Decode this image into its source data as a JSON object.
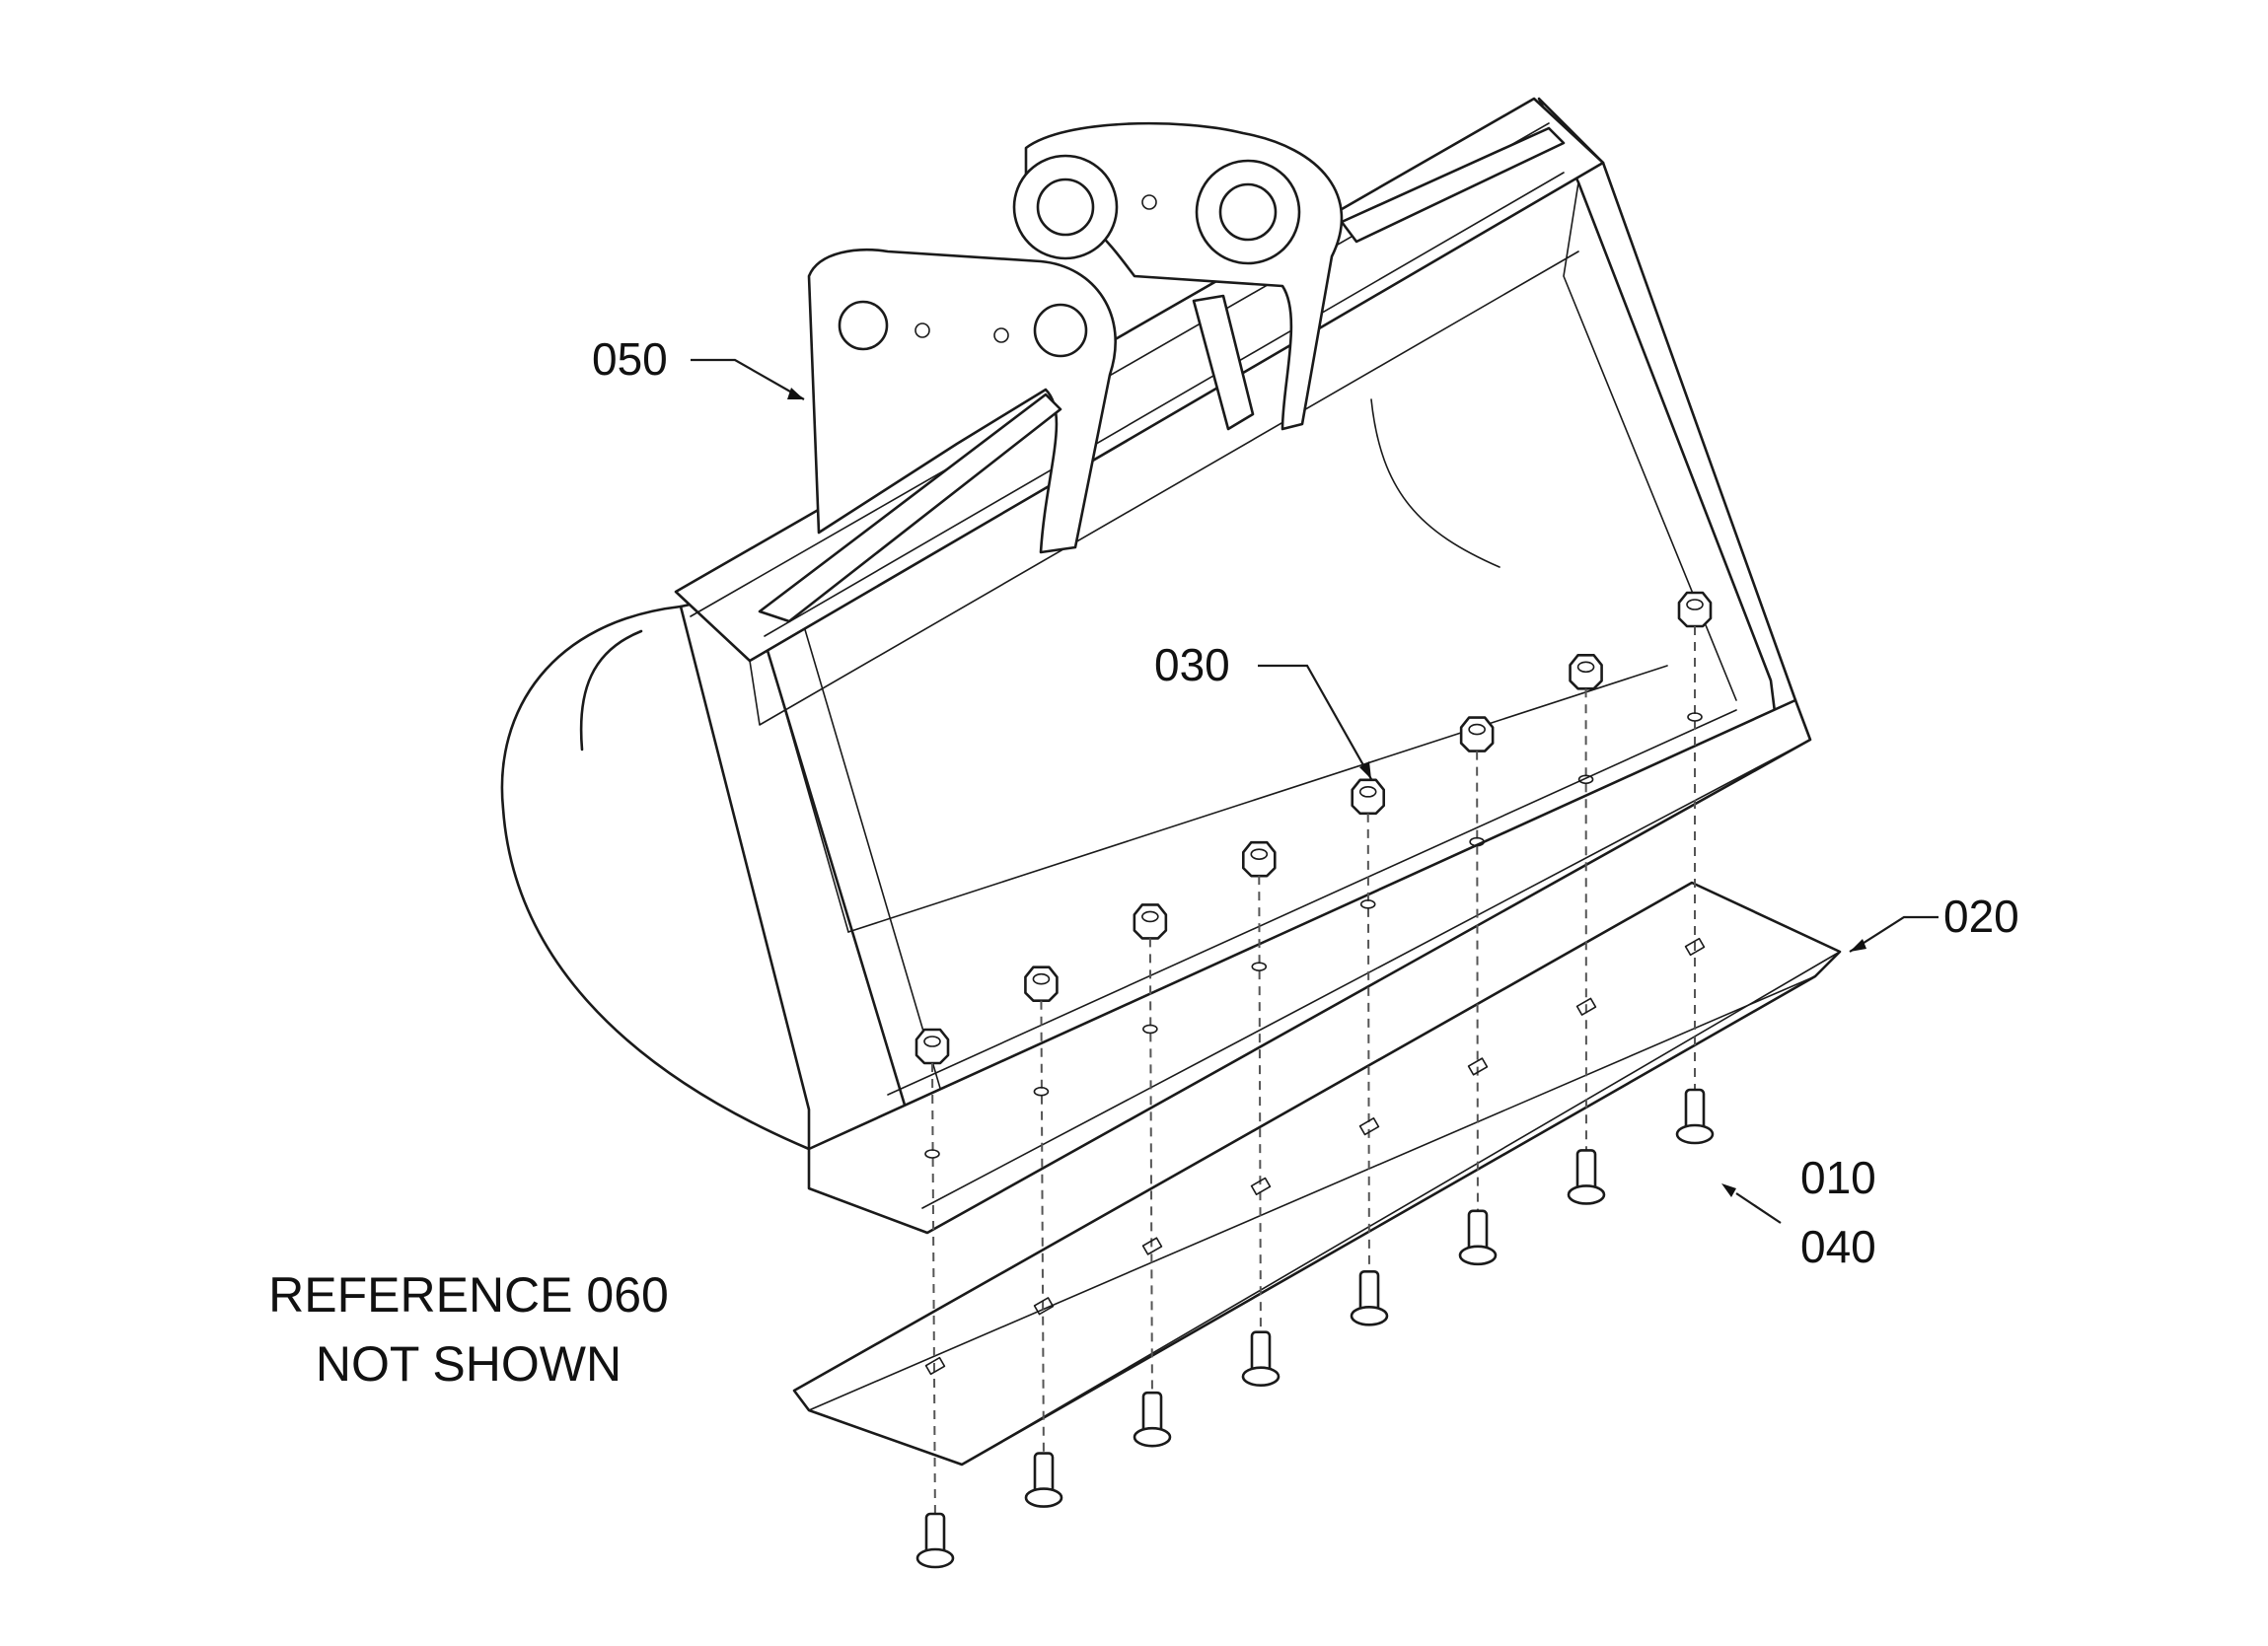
{
  "callouts": {
    "c050": "050",
    "c030": "030",
    "c020": "020",
    "c010": "010",
    "c040": "040"
  },
  "note": {
    "line1": "REFERENCE 060",
    "line2": "NOT SHOWN"
  },
  "colors": {
    "line": "#1a1a1a",
    "background": "#ffffff"
  }
}
